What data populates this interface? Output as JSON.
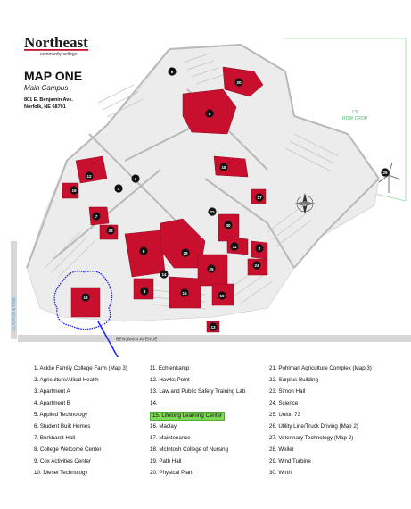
{
  "header": {
    "logo_word": "Northeast",
    "logo_sub": "community college",
    "map_title": "MAP ONE",
    "map_subtitle": "Main Campus",
    "address_line1": "801 E. Benjamin Ave.",
    "address_line2": "Norfolk, NE 68701"
  },
  "map": {
    "street_label": "BENJAMIN AVENUE",
    "side_street_label": "CLAYTON & PINE",
    "field_label_1": "C5",
    "field_label_2": "ROW CROP",
    "compass_label": "N",
    "building_color": "#c8102e",
    "highlight_color": "#1a1aff",
    "markers": [
      {
        "num": "6"
      },
      {
        "num": "20"
      },
      {
        "num": "5"
      },
      {
        "num": "18"
      },
      {
        "num": "12"
      },
      {
        "num": "3"
      },
      {
        "num": "4"
      },
      {
        "num": "19"
      },
      {
        "num": "17"
      },
      {
        "num": "22"
      },
      {
        "num": "30"
      },
      {
        "num": "7"
      },
      {
        "num": "23"
      },
      {
        "num": "9"
      },
      {
        "num": "28"
      },
      {
        "num": "11"
      },
      {
        "num": "2"
      },
      {
        "num": "24"
      },
      {
        "num": "14"
      },
      {
        "num": "25"
      },
      {
        "num": "8"
      },
      {
        "num": "16"
      },
      {
        "num": "10"
      },
      {
        "num": "15"
      },
      {
        "num": "13"
      },
      {
        "num": "29"
      }
    ]
  },
  "legend": {
    "col1": [
      "1.  Acklie Family College Farm (Map 3)",
      "2.  Agriculture/Allied Health",
      "3.  Apartment A",
      "4.  Apartment B",
      "5.  Applied Technology",
      "6.  Student Built Homes",
      "7.  Burkhardt Hall",
      "8.  College Welcome Center",
      "9.  Cox Activities Center",
      "10. Diesel Technology"
    ],
    "col2": [
      "11. Echtenkamp",
      "12. Hawks Point",
      "13. Law and Public Safety Training Lab",
      "14.",
      "15. Lifelong Learning Center",
      "16. Maclay",
      "17. Maintenance",
      "18. McIntosh College of Nursing",
      "19. Path Hall",
      "20. Physical Plant"
    ],
    "col3": [
      "21. Pohlman Agriculture Complex (Map 3)",
      "22. Surplus Building",
      "23. Simon Hall",
      "24. Science",
      "25. Union 73",
      "26. Utility Line/Truck Driving (Map 2)",
      "27. Veterinary Technology (Map 2)",
      "28. Weller",
      "29. Wind Turbine",
      "30. Wirth"
    ],
    "highlighted_index": "15"
  }
}
